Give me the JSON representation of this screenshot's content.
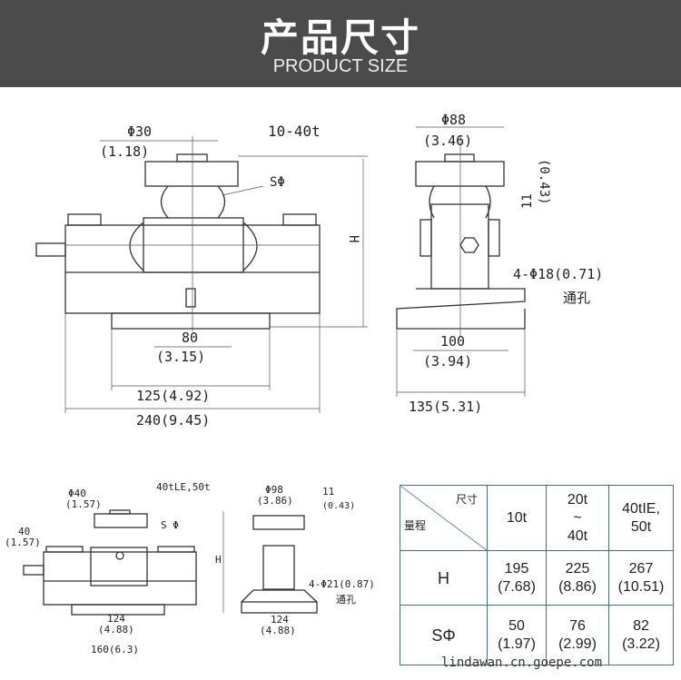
{
  "header": {
    "title": "产品尺寸",
    "subtitle": "PRODUCT SIZE"
  },
  "drawing_top": {
    "phi_top": "Φ30",
    "phi_top_in": "(1.18)",
    "capacity": "10-40t",
    "ball": "SΦ",
    "height": "H",
    "w80": "80",
    "w80_in": "(3.15)",
    "w125": "125(4.92)",
    "w240": "240(9.45)",
    "phi88": "Φ88",
    "phi88_in": "(3.46)",
    "h11": "11",
    "h11_in": "(0.43)",
    "hole": "4-Φ18(0.71)",
    "hole_note": "通孔",
    "w100": "100",
    "w100_in": "(3.94)",
    "w135": "135(5.31)"
  },
  "drawing_bottom": {
    "phi_top": "Φ40",
    "phi_top_in": "(1.57)",
    "capacity": "40tLE,50t",
    "w40": "40",
    "w40_in": "(1.57)",
    "ball": "S Φ",
    "height": "H",
    "w124": "124",
    "w124_in": "(4.88)",
    "w160": "160(6.3)",
    "phi98": "Φ98",
    "phi98_in": "(3.86)",
    "h11": "11",
    "h11_in": "(0.43)",
    "hole": "4-Φ21(0.87)",
    "hole_note": "通孔",
    "w124b": "124",
    "w124b_in": "(4.88)"
  },
  "table": {
    "corner_top": "尺寸",
    "corner_bottom": "量程",
    "columns": [
      "10t",
      "20t\n~\n40t",
      "40tIE,\n50t"
    ],
    "rows": [
      {
        "label": "H",
        "values": [
          "195\n(7.68)",
          "225\n(8.86)",
          "267\n(10.51)"
        ]
      },
      {
        "label": "SΦ",
        "values": [
          "50\n(1.97)",
          "76\n(2.99)",
          "82\n(3.22)"
        ]
      }
    ]
  },
  "watermark": "lindawan.cn.goepe.com"
}
